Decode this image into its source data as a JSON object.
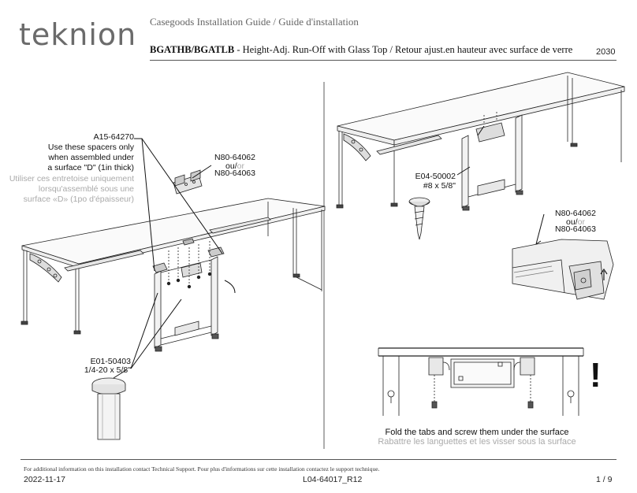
{
  "header": {
    "logo": "teknion",
    "doc_type": "Casegoods  Installation Guide / Guide d'installation",
    "product_code": "BGATHB/BGATLB",
    "title_rest": " - Height-Adj. Run-Off with Glass Top / Retour ajust.en hauteur avec surface de verre",
    "page_code": "2030"
  },
  "left_panel": {
    "spacer_part": "A15-64270",
    "spacer_note_en": [
      "Use these spacers only",
      "when assembled under",
      "a surface \"D\" (1in thick)"
    ],
    "spacer_note_fr": [
      "Utiliser ces entretoise uniquement",
      "lorsqu'assemblé sous une",
      "surface «D» (1po d'épaisseur)"
    ],
    "bracket_part_1": "N80-64062",
    "bracket_or_en": "ou/",
    "bracket_or_fr": "or",
    "bracket_part_2": "N80-64063",
    "screw_part": "E01-50403",
    "screw_size": "1/4-20 x 5/8\""
  },
  "right_panel": {
    "screw_part": "E04-50002",
    "screw_size": "#8 x 5/8\"",
    "bracket_part_1": "N80-64062",
    "bracket_or_en": "ou/",
    "bracket_or_fr": "or",
    "bracket_part_2": "N80-64063",
    "warning_symbol": "!",
    "instruction_en": "Fold the tabs and screw them under the surface",
    "instruction_fr": "Rabattre les languettes et les visser sous la surface"
  },
  "footer": {
    "note": "For additional information on this installation contact Technical Support.   Pour plus d'informations sur cette installation contactez le support technique.",
    "date": "2022-11-17",
    "doc_number": "L04-64017_R12",
    "page": "1 / 9"
  }
}
